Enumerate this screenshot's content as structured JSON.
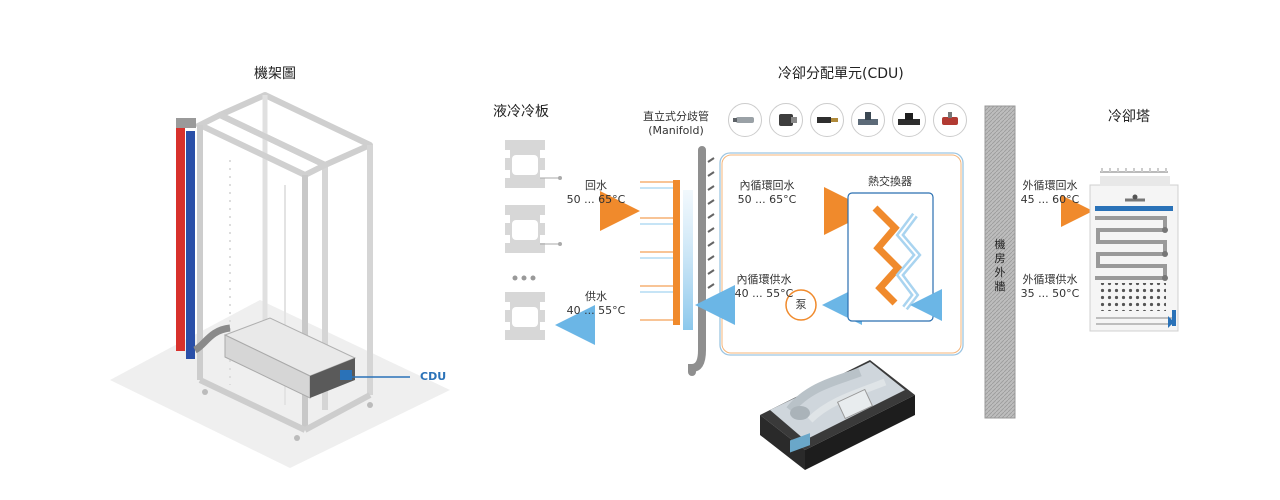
{
  "titles": {
    "rack": "機架圖",
    "cdu_unit": "冷卻分配單元(CDU)",
    "cold_plate": "液冷冷板",
    "manifold": "直立式分歧管",
    "manifold_en": "(Manifold)",
    "cooling_tower": "冷卻塔"
  },
  "rack_callout": "CDU",
  "flows": {
    "return_water": {
      "label": "回水",
      "range": "50 ... 65°C"
    },
    "supply_water": {
      "label": "供水",
      "range": "40 ... 55°C"
    },
    "inner_return": {
      "label": "內循環回水",
      "range": "50 ... 65°C"
    },
    "inner_supply": {
      "label": "內循環供水",
      "range": "40 ... 55°C"
    },
    "outer_return": {
      "label": "外循環回水",
      "range": "45 ... 60°C"
    },
    "outer_supply": {
      "label": "外循環供水",
      "range": "35 ... 50°C"
    }
  },
  "heat_exchanger": "熱交換器",
  "pump": "泵",
  "wall_label": "機房外牆",
  "colors": {
    "hot": "#f08a2c",
    "cold": "#8cc8ec",
    "blue_line": "#3a7bb5",
    "rack_red": "#d8312c",
    "rack_blue": "#2a4fa8",
    "callout": "#2a72b8"
  },
  "icons": [
    "pressure-sensor-icon",
    "pressure-gauge-icon",
    "temperature-sensor-icon",
    "flow-sensor-icon",
    "flow-meter-icon",
    "valve-icon"
  ]
}
